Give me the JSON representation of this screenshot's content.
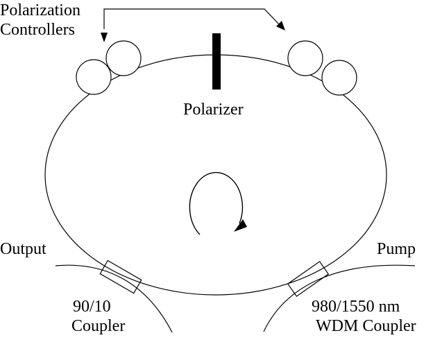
{
  "labels": {
    "polarization_controllers_line1": "Polarization",
    "polarization_controllers_line2": "Controllers",
    "polarizer": "Polarizer",
    "output": "Output",
    "pump": "Pump",
    "output_coupler_line1": "90/10",
    "output_coupler_line2": "Coupler",
    "wdm_coupler_line1": "980/1550 nm",
    "wdm_coupler_line2": "WDM Coupler"
  },
  "colors": {
    "line": "#000000",
    "background": "#ffffff"
  }
}
